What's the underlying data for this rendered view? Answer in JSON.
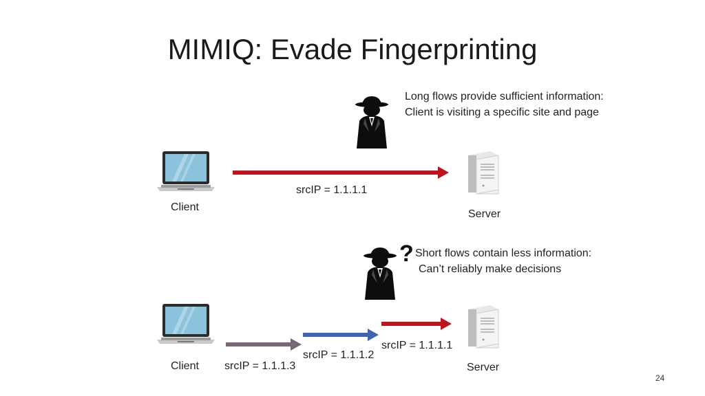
{
  "slide": {
    "title": "MIMIQ: Evade Fingerprinting",
    "page_number": "24"
  },
  "scenario_long": {
    "note_line1": "Long flows provide sufficient information:",
    "note_line2": "Client is visiting a specific site and page",
    "client_label": "Client",
    "server_label": "Server",
    "flow_label": "srcIP = 1.1.1.1"
  },
  "scenario_short": {
    "question": "?",
    "note_line1": "Short flows contain less information:",
    "note_line2": "Can’t reliably make decisions",
    "client_label": "Client",
    "server_label": "Server",
    "flow_labels": [
      "srcIP = 1.1.1.3",
      "srcIP = 1.1.1.2",
      "srcIP = 1.1.1.1"
    ]
  },
  "colors": {
    "flow_red": "#c0141c",
    "flow_blue": "#3d63b5",
    "flow_gray": "#7a6676",
    "spy": "#0d0d0d"
  },
  "icons": [
    "laptop-icon",
    "server-icon",
    "spy-icon"
  ]
}
